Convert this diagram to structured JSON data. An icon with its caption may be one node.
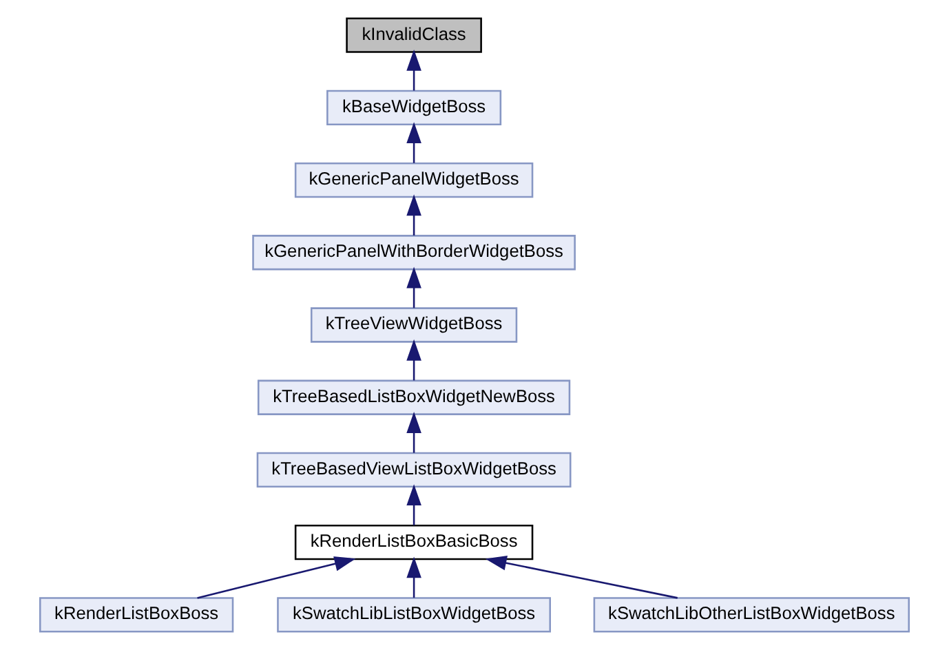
{
  "diagram": {
    "nodes": [
      {
        "text": [
          "kInvalidClass"
        ]
      },
      {
        "text": [
          "kBaseWidgetBoss"
        ]
      },
      {
        "text": [
          "kGenericPanelWidgetBoss"
        ]
      },
      {
        "text": [
          "kGenericPanelWithBorderWidgetBoss"
        ]
      },
      {
        "text": [
          "kTreeViewWidgetBoss"
        ]
      },
      {
        "text": [
          "kTreeBasedListBoxWidgetNewBoss"
        ]
      },
      {
        "text": [
          "kTreeBasedViewListBoxWidgetBoss"
        ]
      },
      {
        "text": [
          "kRenderListBoxBasicBoss"
        ]
      },
      {
        "text": [
          "kRenderListBoxBoss"
        ]
      },
      {
        "text": [
          "kSwatchLibListBoxWidgetBoss"
        ]
      },
      {
        "text": [
          "kSwatchLibOtherListBoxWidgetBoss"
        ]
      }
    ],
    "edges": [
      {
        "from": 1,
        "to": 0,
        "arrow": "to"
      },
      {
        "from": 2,
        "to": 1,
        "arrow": "to"
      },
      {
        "from": 3,
        "to": 2,
        "arrow": "to"
      },
      {
        "from": 4,
        "to": 3,
        "arrow": "to"
      },
      {
        "from": 5,
        "to": 4,
        "arrow": "to"
      },
      {
        "from": 6,
        "to": 5,
        "arrow": "to"
      },
      {
        "from": 7,
        "to": 6,
        "arrow": "to"
      },
      {
        "from": 8,
        "to": 7,
        "arrow": "to"
      },
      {
        "from": 9,
        "to": 7,
        "arrow": "to"
      },
      {
        "from": 10,
        "to": 7,
        "arrow": "to"
      }
    ]
  }
}
